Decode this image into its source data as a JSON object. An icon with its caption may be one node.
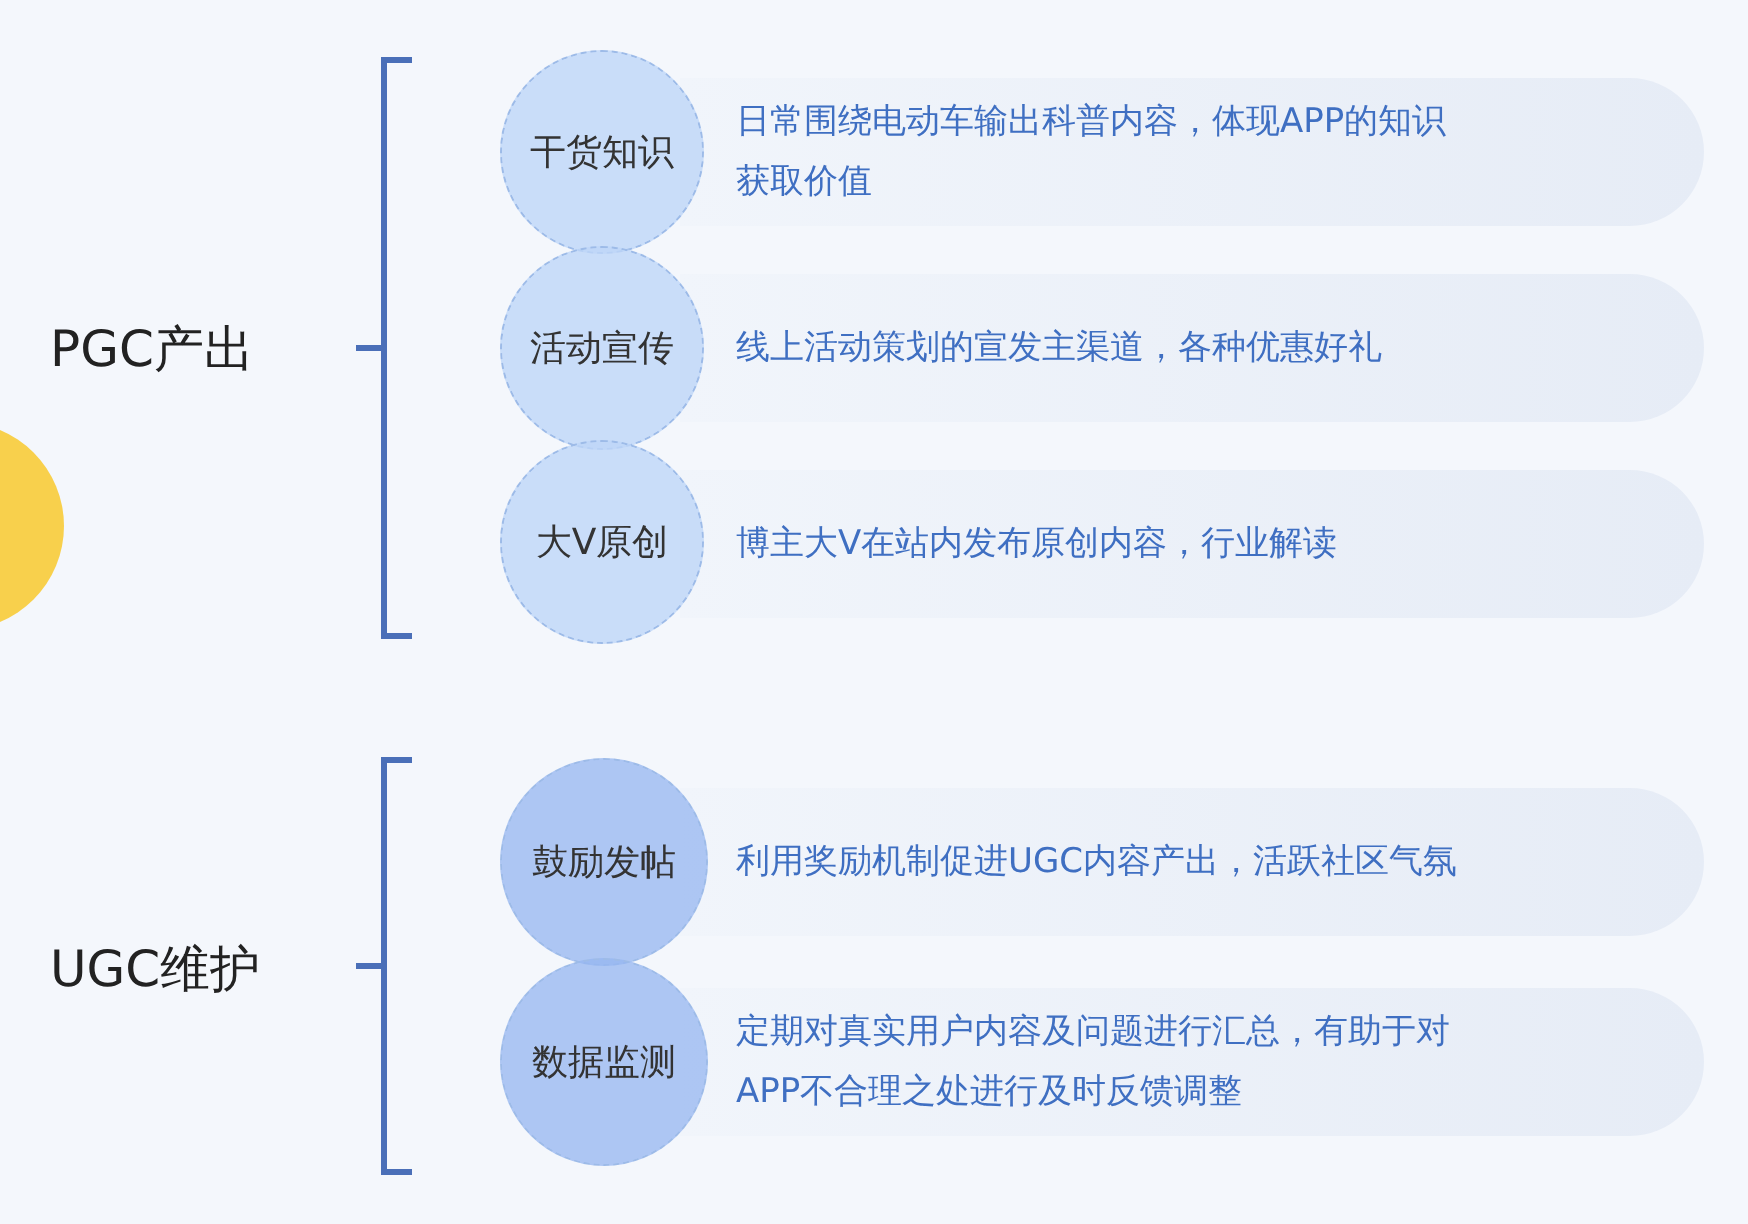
{
  "diagram": {
    "nodes": [
      {
        "text": [],
        "shape": "circle"
      },
      {
        "text": [
          "干货知识"
        ]
      },
      {
        "text": [
          "日常围绕电动车输出科普内容，体现APP的知识获取价值"
        ]
      },
      {
        "text": [
          "活动宣传"
        ]
      },
      {
        "text": [
          "线上活动策划的宣发主渠道，各种优惠好礼"
        ]
      },
      {
        "text": [
          "大V原创"
        ]
      },
      {
        "text": [
          "博主大V在站内发布原创内容，行业解读"
        ]
      },
      {
        "text": [
          "鼓励发帖"
        ]
      },
      {
        "text": [
          "利用奖励机制促进UGC内容产出，活跃社区气氛"
        ]
      },
      {
        "text": [
          "数据监测"
        ]
      },
      {
        "text": [
          "定期对真实用户内容及问题进行汇总，有助于对APP不合理之处进行及时反馈调整"
        ]
      }
    ],
    "edges": [],
    "labels": [
      "PGC产出",
      "UGC维护"
    ]
  }
}
